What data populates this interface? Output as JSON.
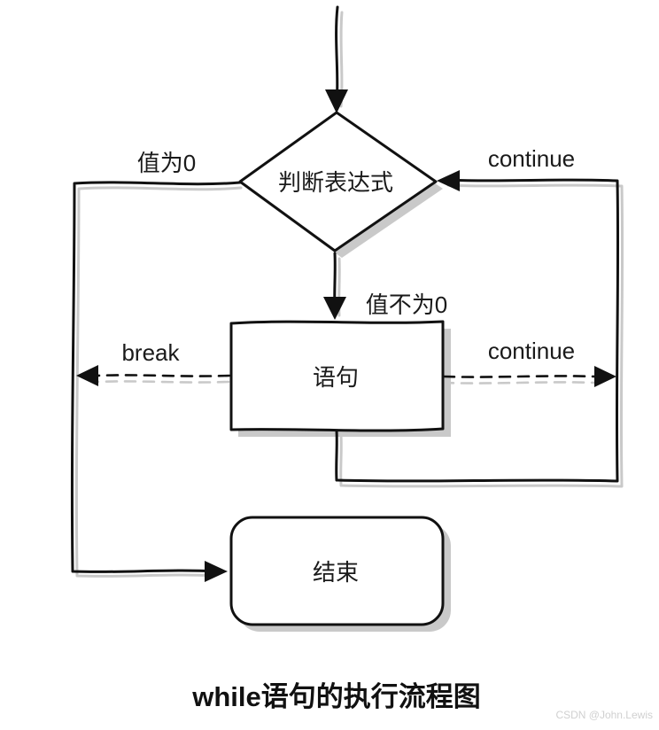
{
  "diagram": {
    "title": "while语句的执行流程图",
    "watermark": "CSDN @John.Lewis",
    "nodes": {
      "condition": "判断表达式",
      "statement": "语句",
      "end": "结束"
    },
    "edges": {
      "zero_label": "值为0",
      "nonzero_label": "值不为0",
      "continue_top_label": "continue",
      "continue_right_label": "continue",
      "break_label": "break"
    },
    "colors": {
      "line": "#111111",
      "shadow": "#c9c9c9",
      "text": "#1a1a1a",
      "watermark_text": "#d0d0d0",
      "background": "#ffffff"
    }
  }
}
